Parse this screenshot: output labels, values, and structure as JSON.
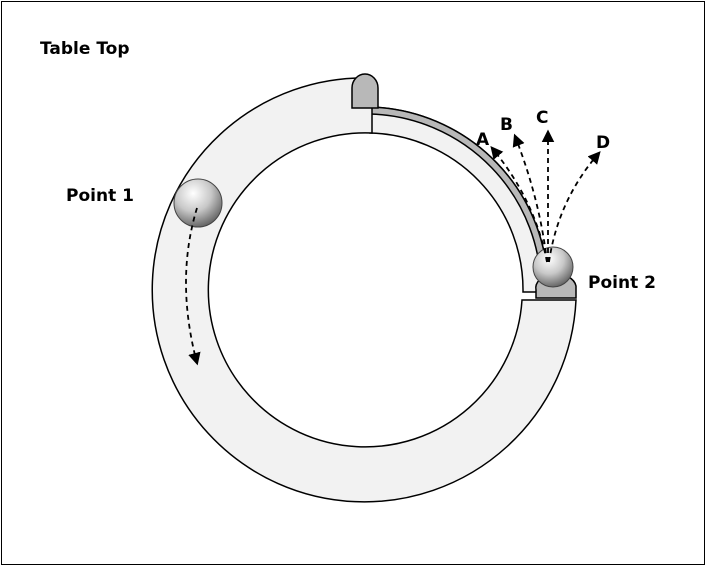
{
  "title": "Table Top",
  "labels": {
    "point1": "Point 1",
    "point2": "Point 2",
    "paths": [
      "A",
      "B",
      "C",
      "D"
    ]
  },
  "colors": {
    "tube_fill": "#f2f2f2",
    "channel_grey": "#b8b8b8",
    "outline": "#000000"
  }
}
